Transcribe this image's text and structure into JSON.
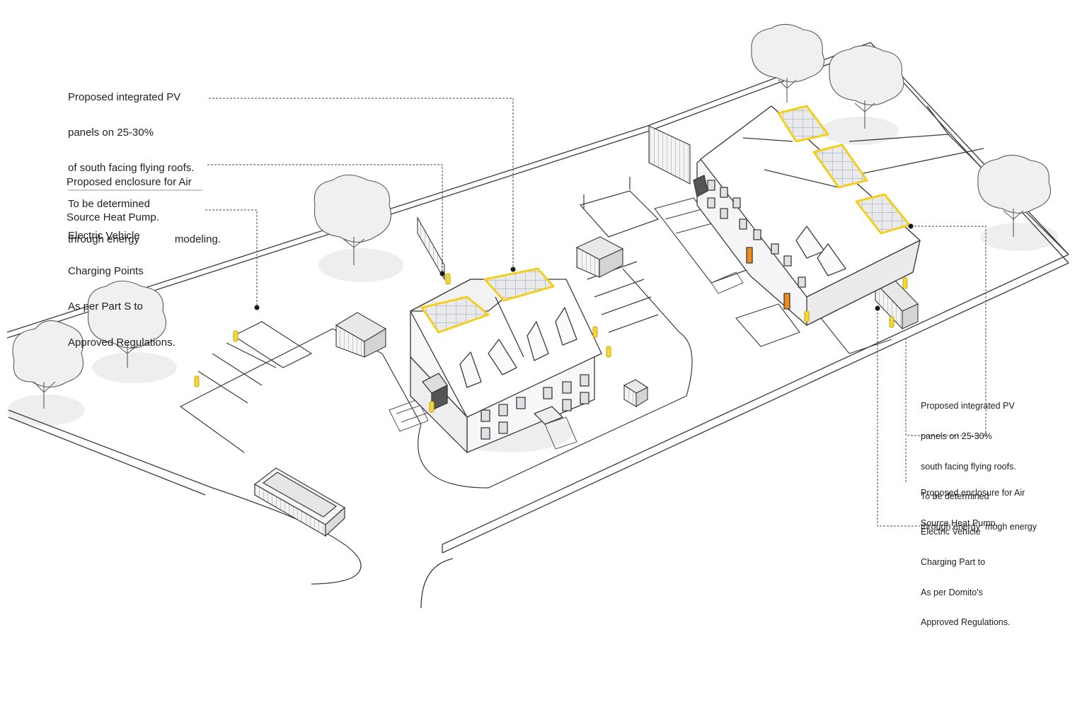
{
  "annotations": {
    "left": {
      "pv": {
        "lines": [
          "Proposed integrated PV",
          "panels on 25-30%",
          "of south facing flying roofs.",
          "To be determined",
          "through energy            modeling."
        ]
      },
      "ashp": {
        "lines": [
          "Proposed enclosure for Air",
          "Source Heat Pump."
        ]
      },
      "ev": {
        "lines": [
          "Electric Vehicle",
          "Charging Points",
          "As per Part S to",
          "Approved Regulations."
        ]
      }
    },
    "right": {
      "pv": {
        "lines": [
          "Proposed integrated PV",
          "panels on 25-30%",
          "south facing flying roofs.",
          "To be determined",
          "through energy  mogh energy"
        ]
      },
      "ashp": {
        "lines": [
          "Proposed enclosure for Air",
          "Source Heat Pump."
        ]
      },
      "ev": {
        "lines": [
          "Electric Vehicle",
          "Charging Part to",
          "As per Domito's",
          "Approved Regulations."
        ]
      }
    }
  },
  "colors": {
    "line": "#3a3a3a",
    "solar_panel": "#f2cf1f",
    "ev_charger": "#e8c21a",
    "door": "#f08a1c",
    "tree": "#bdbdbd"
  }
}
